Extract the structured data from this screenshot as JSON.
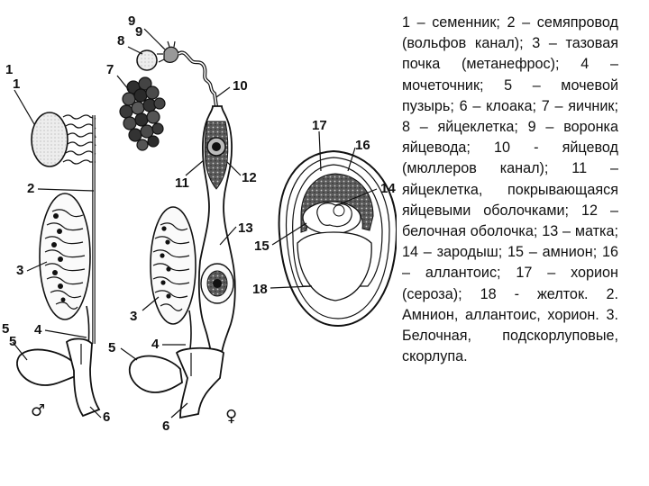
{
  "figure": {
    "labels": {
      "male": {
        "l1": "1",
        "l2": "2",
        "l3": "3",
        "l4": "4",
        "l5": "5",
        "l6": "6",
        "l7": "7",
        "l8": "8",
        "l9": "9"
      },
      "female": {
        "l3": "3",
        "l4": "4",
        "l5": "5",
        "l6": "6",
        "l10": "10",
        "l11": "11",
        "l12": "12",
        "l13": "13"
      },
      "egg": {
        "l14": "14",
        "l15": "15",
        "l16": "16",
        "l17": "17",
        "l18": "18"
      },
      "male_symbol": "♂",
      "female_symbol": "♀"
    }
  },
  "caption": {
    "text": "1 – семенник; 2 – семяпровод (вольфов канал); 3 – тазовая почка (метанефрос); 4 – мочеточник; 5 – мочевой пузырь; 6 – клоака; 7 – яичник; 8 – яйцеклетка; 9 – воронка яйцевода; 10 - яйцевод (мюллеров канал); 11 – яйцеклетка, покрывающаяся яйцевыми оболочками; 12 – белочная оболочка; 13 – матка; 14 – зародыш; 15 – амнион; 16 – аллантоис; 17 – хорион (сероза); 18 - желток. 2. Амнион, аллантоис, хорион. 3. Белочная, подскорлуповые, скорлупа."
  }
}
